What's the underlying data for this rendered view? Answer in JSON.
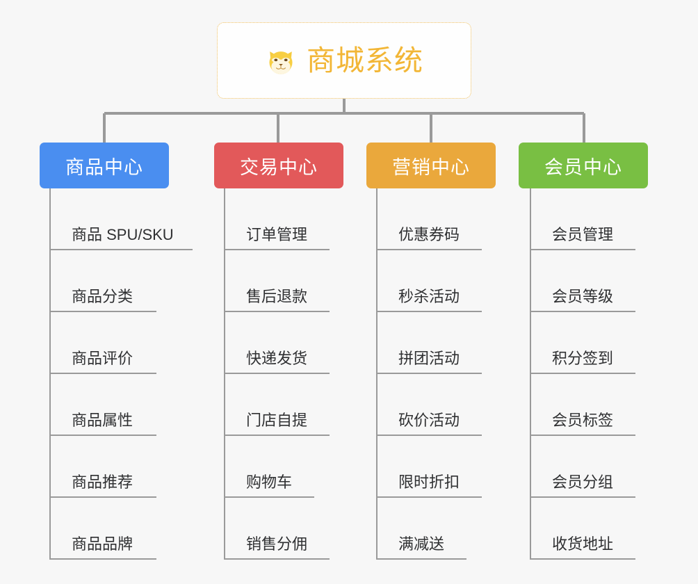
{
  "diagram": {
    "type": "mindmap",
    "background_color": "#f7f7f7",
    "root": {
      "title": "商城系统",
      "icon": "shiba-dog-face-icon",
      "text_color": "#f2b636",
      "border_color": "#f0c060",
      "background_color": "#fefefe"
    },
    "branches": [
      {
        "label": "商品中心",
        "color": "#4a8ef0",
        "leaves": [
          "商品 SPU/SKU",
          "商品分类",
          "商品评价",
          "商品属性",
          "商品推荐",
          "商品品牌"
        ]
      },
      {
        "label": "交易中心",
        "color": "#e2595a",
        "leaves": [
          "订单管理",
          "售后退款",
          "快递发货",
          "门店自提",
          "购物车",
          "销售分佣"
        ]
      },
      {
        "label": "营销中心",
        "color": "#eaa83c",
        "leaves": [
          "优惠券码",
          "秒杀活动",
          "拼团活动",
          "砍价活动",
          "限时折扣",
          "满减送"
        ]
      },
      {
        "label": "会员中心",
        "color": "#79bf43",
        "leaves": [
          "会员管理",
          "会员等级",
          "积分签到",
          "会员标签",
          "会员分组",
          "收货地址"
        ]
      }
    ],
    "connector_color": "#9a9a9a"
  }
}
